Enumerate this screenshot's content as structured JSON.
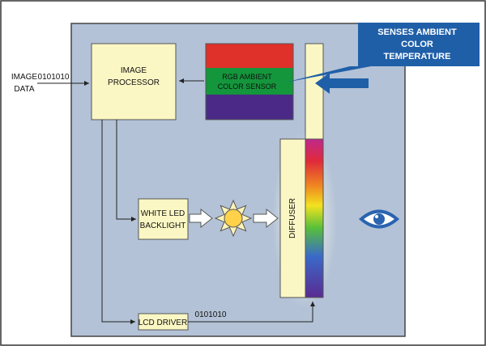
{
  "input": {
    "label_line1": "IMAGE",
    "label_line2": "DATA",
    "bits": "0101010"
  },
  "blocks": {
    "image_processor_line1": "IMAGE",
    "image_processor_line2": "PROCESSOR",
    "sensor_line1": "RGB AMBIENT",
    "sensor_line2": "COLOR SENSOR",
    "backlight_line1": "WHITE LED",
    "backlight_line2": "BACKLIGHT",
    "diffuser": "DIFFUSER",
    "lcd_driver": "LCD DRIVER",
    "driver_bits": "0101010"
  },
  "callout": {
    "line1": "SENSES AMBIENT",
    "line2": "COLOR",
    "line3": "TEMPERATURE"
  },
  "colors": {
    "panel": "#b3c2d6",
    "block": "#fbf7c4",
    "sensor_red": "#e0302a",
    "sensor_green": "#14963c",
    "sensor_purple": "#4a2a86",
    "callout": "#1f5fa8",
    "eye": "#2a63b0"
  },
  "icons": {
    "sun": "sun-icon",
    "eye": "eye-icon",
    "arrow": "arrow-icon"
  }
}
